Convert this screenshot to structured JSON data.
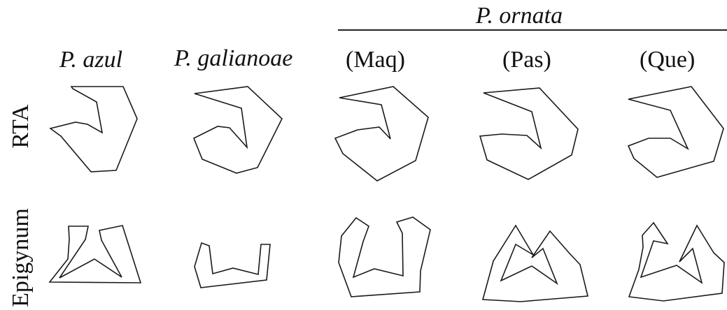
{
  "group_header": "P. ornata",
  "columns": [
    {
      "label": "P. azul",
      "italic": true
    },
    {
      "label": "P. galianoae",
      "italic": true
    },
    {
      "label": "(Maq)",
      "italic": false
    },
    {
      "label": "(Pas)",
      "italic": false
    },
    {
      "label": "(Que)",
      "italic": false
    }
  ],
  "rows": [
    {
      "label": "RTA"
    },
    {
      "label": "Epigynum"
    }
  ]
}
